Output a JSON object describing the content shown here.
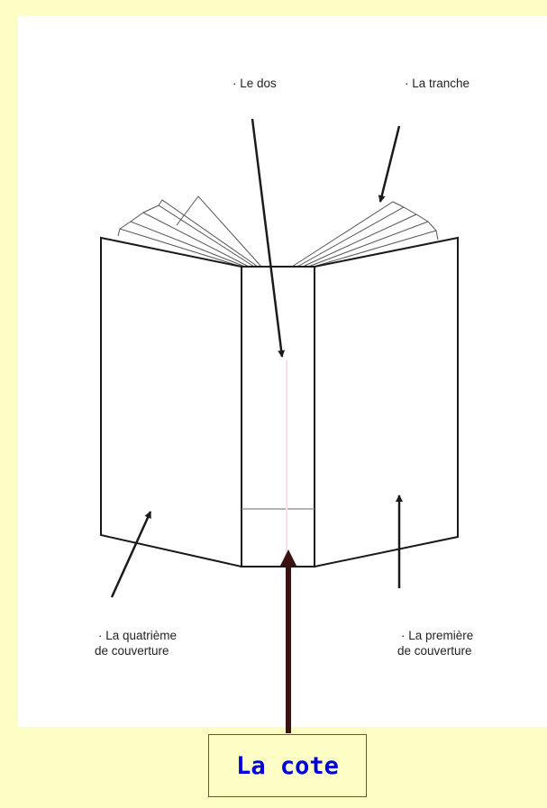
{
  "labels": {
    "le_dos": "· Le dos",
    "la_tranche": "· La tranche",
    "quatrieme_line1": "· La quatrième",
    "quatrieme_line2": "de couverture",
    "premiere_line1": "· La première",
    "premiere_line2": "de couverture"
  },
  "callout": {
    "text": "La cote"
  },
  "colors": {
    "background": "#fdfdc6",
    "panel": "#ffffff",
    "callout_text": "#0000d8",
    "callout_arrow": "#3a1212",
    "line": "#1a1a1a"
  }
}
